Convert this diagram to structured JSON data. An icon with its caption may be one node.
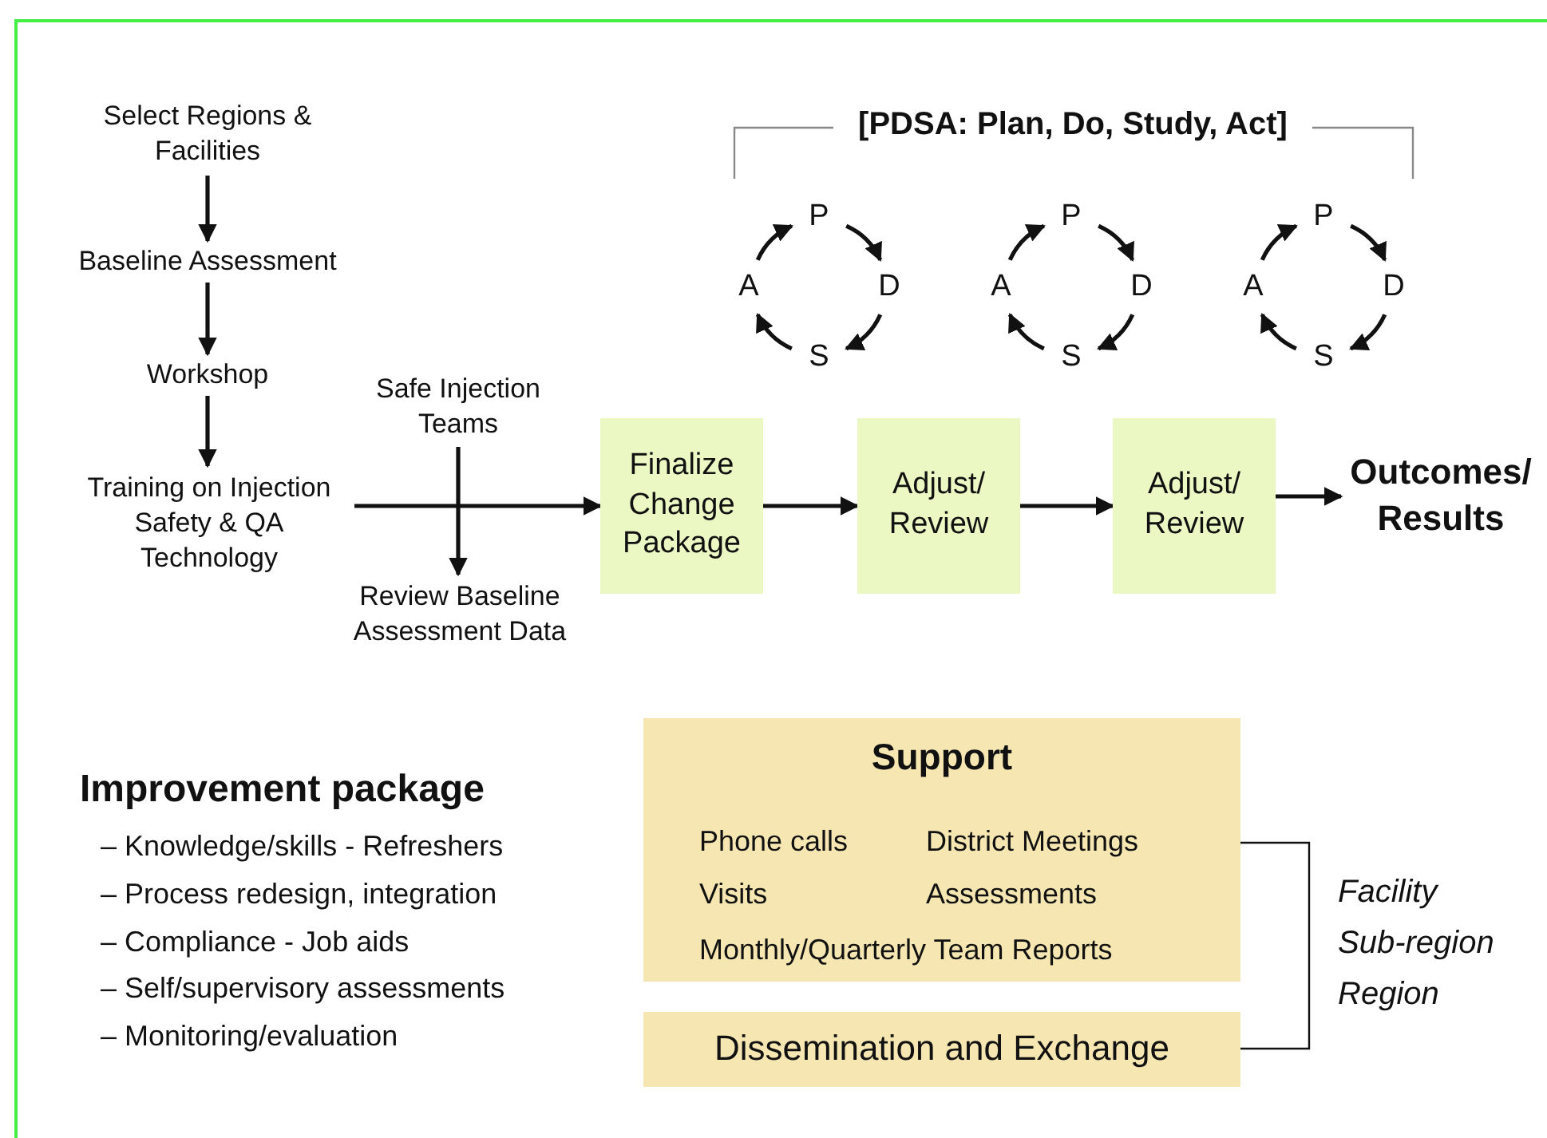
{
  "diagram": {
    "nodes": [
      {
        "text": [
          "Select Regions & Facilities"
        ]
      },
      {
        "text": [
          "Baseline Assessment"
        ]
      },
      {
        "text": [
          "Workshop"
        ]
      },
      {
        "text": [
          "Training on Injection Safety & QA Technology"
        ]
      },
      {
        "text": [
          "Safe Injection Teams"
        ]
      },
      {
        "text": [
          "Review Baseline Assessment Data"
        ]
      },
      {
        "text": [
          "Finalize Change Package"
        ]
      },
      {
        "text": [
          "Adjust/ Review"
        ]
      },
      {
        "text": [
          "Adjust/ Review"
        ]
      },
      {
        "text": [
          "Outcomes/ Results"
        ]
      },
      {
        "text": [
          "P"
        ]
      },
      {
        "text": [
          "D"
        ]
      },
      {
        "text": [
          "S"
        ]
      },
      {
        "text": [
          "A"
        ]
      },
      {
        "text": [
          "P"
        ]
      },
      {
        "text": [
          "D"
        ]
      },
      {
        "text": [
          "S"
        ]
      },
      {
        "text": [
          "A"
        ]
      },
      {
        "text": [
          "P"
        ]
      },
      {
        "text": [
          "D"
        ]
      },
      {
        "text": [
          "S"
        ]
      },
      {
        "text": [
          "A"
        ]
      },
      {
        "text": [
          "Support",
          "Phone calls",
          "District Meetings",
          "Visits",
          "Assessments",
          "Monthly/Quarterly Team Reports"
        ]
      },
      {
        "text": [
          "Dissemination and Exchange"
        ]
      }
    ],
    "edges": [
      {
        "from": 0,
        "to": 1,
        "arrow": "to"
      },
      {
        "from": 1,
        "to": 2,
        "arrow": "to"
      },
      {
        "from": 2,
        "to": 3,
        "arrow": "to"
      },
      {
        "from": 3,
        "to": 6,
        "arrow": "to"
      },
      {
        "from": 4,
        "to": 5,
        "arrow": "to"
      },
      {
        "from": 6,
        "to": 7,
        "arrow": "to"
      },
      {
        "from": 7,
        "to": 8,
        "arrow": "to"
      },
      {
        "from": 8,
        "to": 9,
        "arrow": "to"
      },
      {
        "from": 10,
        "to": 11,
        "arrow": "to"
      },
      {
        "from": 11,
        "to": 12,
        "arrow": "to"
      },
      {
        "from": 12,
        "to": 13,
        "arrow": "to"
      },
      {
        "from": 13,
        "to": 10,
        "arrow": "to"
      },
      {
        "from": 14,
        "to": 15,
        "arrow": "to"
      },
      {
        "from": 15,
        "to": 16,
        "arrow": "to"
      },
      {
        "from": 16,
        "to": 17,
        "arrow": "to"
      },
      {
        "from": 17,
        "to": 14,
        "arrow": "to"
      },
      {
        "from": 18,
        "to": 19,
        "arrow": "to"
      },
      {
        "from": 19,
        "to": 20,
        "arrow": "to"
      },
      {
        "from": 20,
        "to": 21,
        "arrow": "to"
      },
      {
        "from": 21,
        "to": 18,
        "arrow": "to"
      },
      {
        "from": 22,
        "to": 23,
        "arrow": "none"
      }
    ],
    "labels": [
      "[PDSA: Plan, Do, Study, Act]",
      "Improvement package",
      "– Knowledge/skills - Refreshers",
      "– Process redesign, integration",
      "– Compliance - Job aids",
      "– Self/supervisory assessments",
      "– Monitoring/evaluation",
      "Facility",
      "Sub-region",
      "Region"
    ]
  }
}
